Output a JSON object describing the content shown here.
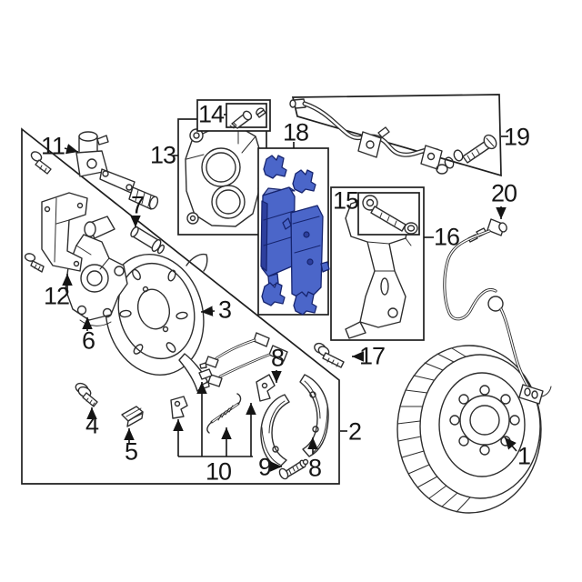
{
  "diagram": {
    "type": "exploded-parts-diagram",
    "subject": "rear disc brake assembly",
    "background": "#ffffff",
    "line_color": "#2e2e2e",
    "highlight_color": "#4b66c9",
    "callouts": {
      "c1": {
        "label": "1"
      },
      "c2": {
        "label": "2"
      },
      "c3": {
        "label": "3"
      },
      "c4": {
        "label": "4"
      },
      "c5": {
        "label": "5"
      },
      "c6": {
        "label": "6"
      },
      "c7": {
        "label": "7"
      },
      "c8": {
        "label": "8"
      },
      "c9": {
        "label": "9"
      },
      "c10": {
        "label": "10"
      },
      "c11": {
        "label": "11"
      },
      "c12": {
        "label": "12"
      },
      "c13": {
        "label": "13"
      },
      "c14": {
        "label": "14"
      },
      "c15": {
        "label": "15"
      },
      "c16": {
        "label": "16"
      },
      "c17": {
        "label": "17"
      },
      "c18": {
        "label": "18"
      },
      "c19": {
        "label": "19"
      },
      "c20": {
        "label": "20"
      }
    }
  }
}
